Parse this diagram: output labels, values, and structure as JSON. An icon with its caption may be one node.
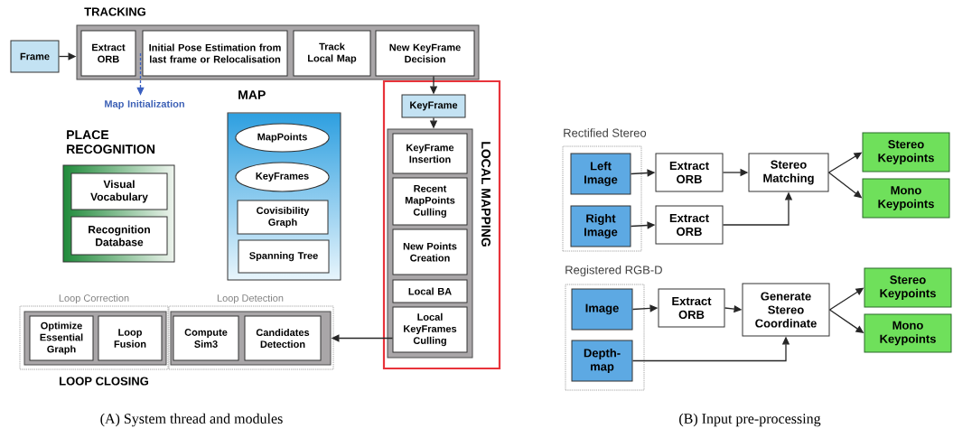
{
  "diagram": {
    "nodes": [
      {
        "text": [
          "TRACKING"
        ]
      },
      {
        "text": [
          "Frame"
        ]
      },
      {
        "text": [
          "Extract ORB"
        ],
        "in": 0
      },
      {
        "text": [
          "Initial Pose Estimation from last frame or Relocalisation"
        ],
        "in": 0
      },
      {
        "text": [
          "Track Local Map"
        ],
        "in": 0
      },
      {
        "text": [
          "New KeyFrame Decision"
        ],
        "in": 0
      },
      {
        "text": [
          "Map Initialization"
        ]
      },
      {
        "text": [
          "MAP"
        ]
      },
      {
        "text": [
          "MapPoints"
        ],
        "in": 7
      },
      {
        "text": [
          "KeyFrames"
        ],
        "in": 7
      },
      {
        "text": [
          "Covisibility Graph"
        ],
        "in": 7
      },
      {
        "text": [
          "Spanning Tree"
        ],
        "in": 7
      },
      {
        "text": [
          "PLACE RECOGNITION"
        ]
      },
      {
        "text": [
          "Visual Vocabulary"
        ],
        "in": 12
      },
      {
        "text": [
          "Recognition Database"
        ],
        "in": 12
      },
      {
        "text": [
          "LOCAL MAPPING"
        ]
      },
      {
        "text": [
          "KeyFrame"
        ],
        "in": 15
      },
      {
        "text": [],
        "shape": "box",
        "in": 15
      },
      {
        "text": [
          "KeyFrame Insertion"
        ],
        "in": 17
      },
      {
        "text": [
          "Recent MapPoints Culling"
        ],
        "in": 17
      },
      {
        "text": [
          "New Points Creation"
        ],
        "in": 17
      },
      {
        "text": [
          "Local BA"
        ],
        "in": 17
      },
      {
        "text": [
          "Local KeyFrames Culling"
        ],
        "in": 17
      },
      {
        "text": [
          "Loop Correction"
        ]
      },
      {
        "text": [],
        "shape": "box",
        "in": 23
      },
      {
        "text": [
          "Optimize Essential Graph"
        ],
        "in": 24
      },
      {
        "text": [
          "Loop Fusion"
        ],
        "in": 24
      },
      {
        "text": [
          "Loop Detection"
        ]
      },
      {
        "text": [],
        "shape": "box",
        "in": 27
      },
      {
        "text": [
          "Compute Sim3"
        ],
        "in": 28
      },
      {
        "text": [
          "Candidates Detection"
        ],
        "in": 28
      },
      {
        "text": [
          "Rectified Stereo"
        ]
      },
      {
        "text": [
          "Left Image"
        ],
        "in": 31
      },
      {
        "text": [
          "Right Image"
        ],
        "in": 31
      },
      {
        "text": [
          "Extract ORB"
        ]
      },
      {
        "text": [
          "Extract ORB"
        ]
      },
      {
        "text": [
          "Stereo Matching"
        ]
      },
      {
        "text": [
          "Stereo Keypoints"
        ]
      },
      {
        "text": [
          "Mono Keypoints"
        ]
      },
      {
        "text": [
          "Registered RGB-D"
        ]
      },
      {
        "text": [
          "Image"
        ],
        "in": 39
      },
      {
        "text": [
          "Depth-map"
        ],
        "in": 39
      },
      {
        "text": [
          "Extract ORB"
        ]
      },
      {
        "text": [
          "Generate Stereo Coordinate"
        ]
      },
      {
        "text": [
          "Stereo Keypoints"
        ]
      },
      {
        "text": [
          "Mono Keypoints"
        ]
      }
    ],
    "edges": [
      {
        "from": 1,
        "to": 0,
        "arrow": "to"
      },
      {
        "from": 2,
        "to": 6,
        "arrow": "to",
        "style": "dashed",
        "color": "#3a5fc0"
      },
      {
        "from": 5,
        "to": 16,
        "arrow": "to"
      },
      {
        "from": 16,
        "to": 17,
        "arrow": "to"
      },
      {
        "from": 22,
        "to": 28,
        "arrow": "to"
      },
      {
        "from": 32,
        "to": 34,
        "arrow": "to"
      },
      {
        "from": 33,
        "to": 35,
        "arrow": "to"
      },
      {
        "from": 34,
        "to": 36,
        "arrow": "to"
      },
      {
        "from": 35,
        "to": 36,
        "arrow": "to"
      },
      {
        "from": 36,
        "to": 37,
        "arrow": "to"
      },
      {
        "from": 36,
        "to": 38,
        "arrow": "to"
      },
      {
        "from": 40,
        "to": 42,
        "arrow": "to"
      },
      {
        "from": 42,
        "to": 43,
        "arrow": "to"
      },
      {
        "from": 41,
        "to": 43,
        "arrow": "to"
      },
      {
        "from": 43,
        "to": 44,
        "arrow": "to"
      },
      {
        "from": 43,
        "to": 45,
        "arrow": "to"
      }
    ],
    "labels": [
      "LOOP CLOSING",
      "(A) System thread and modules",
      "(B) Input pre-processing"
    ]
  }
}
